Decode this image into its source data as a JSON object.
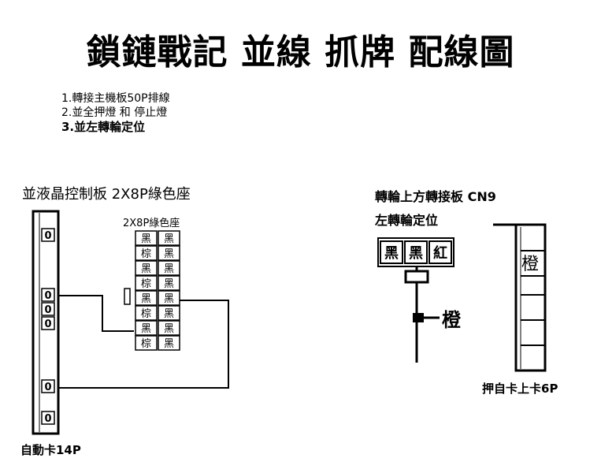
{
  "title": "鎖鏈戰記 並線 抓牌 配線圖",
  "steps": [
    "1.轉接主機板50P排線",
    "2.並全押燈 和 停止燈",
    "3.並左轉輪定位"
  ],
  "left_section": {
    "heading": "並液晶控制板 2X8P綠色座",
    "connector_label": "2X8P綠色座",
    "pins": [
      [
        "黑",
        "黑"
      ],
      [
        "棕",
        "黑"
      ],
      [
        "黑",
        "黑"
      ],
      [
        "棕",
        "黑"
      ],
      [
        "黑",
        "黑"
      ],
      [
        "棕",
        "黑"
      ],
      [
        "黑",
        "黑"
      ],
      [
        "棕",
        "黑"
      ]
    ],
    "auto_card_label": "自動卡14P",
    "rail_pin_glyph": "0"
  },
  "right_section": {
    "heading": "轉輪上方轉接板 CN9",
    "subheading": "左轉輪定位",
    "cn9_pins": [
      "黑",
      "黑",
      "紅"
    ],
    "splice_label": "橙",
    "push_card_pin_label": "橙",
    "push_card_label": "押自卡上卡6P"
  }
}
